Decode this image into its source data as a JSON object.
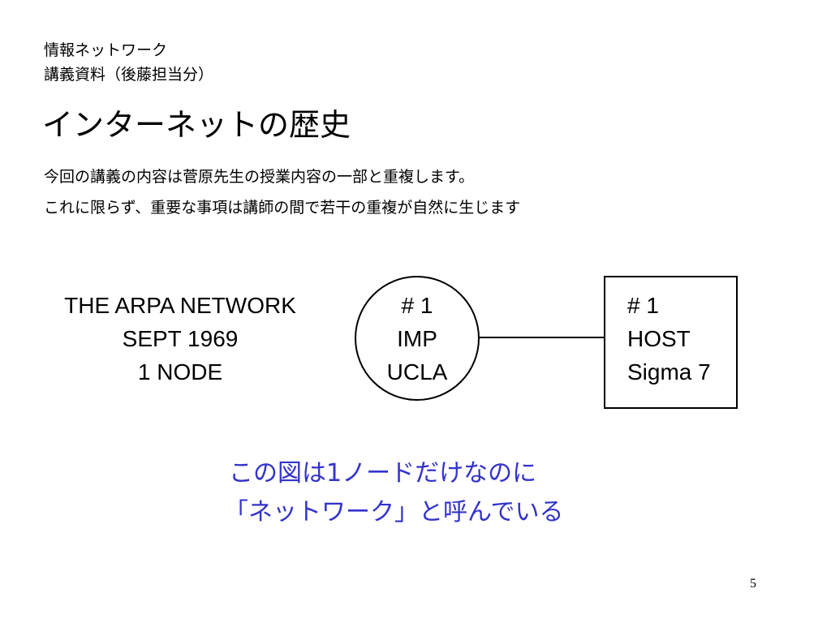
{
  "header": {
    "line1": "情報ネットワーク",
    "line2": "講義資料（後藤担当分）"
  },
  "title": "インターネットの歴史",
  "intro": {
    "line1": "今回の講義の内容は菅原先生の授業内容の一部と重複します。",
    "line2": "これに限らず、重要な事項は講師の間で若干の重複が自然に生じます"
  },
  "diagram": {
    "caption": [
      "THE  ARPA  NETWORK",
      "SEPT  1969",
      "1  NODE"
    ],
    "imp": [
      "# 1",
      "IMP",
      "UCLA"
    ],
    "host": [
      "# 1",
      "HOST",
      "Sigma 7"
    ]
  },
  "note": {
    "line1": "この図は1ノードだけなのに",
    "line2": "「ネットワーク」と呼んでいる",
    "color": "#3333cc"
  },
  "page_number": "5"
}
